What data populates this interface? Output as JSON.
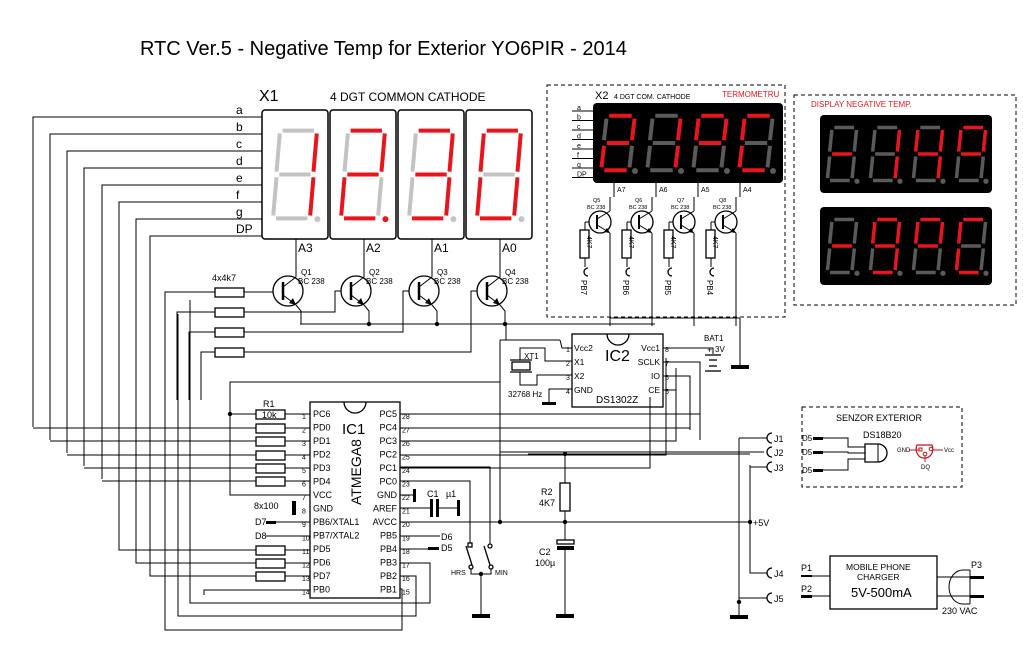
{
  "title": "RTC Ver.5 - Negative Temp for Exterior  YO6PIR - 2014",
  "colors": {
    "segment_on": "#e8161c",
    "segment_off_light": "#c3c3c3",
    "segment_off_dark": "#5a5a5a",
    "display_body": "#000000",
    "display_body_light": "#ffffff",
    "accent_text": "#e8161c"
  },
  "x1": {
    "ref": "X1",
    "label": "4 DGT COMMON CATHODE",
    "pins": [
      "a",
      "b",
      "c",
      "d",
      "e",
      "f",
      "g",
      "DP"
    ],
    "anodes": [
      "A3",
      "A2",
      "A1",
      "A0"
    ],
    "digits": [
      {
        "segments": "bc",
        "dp": false
      },
      {
        "segments": "abged",
        "dp": true
      },
      {
        "segments": "abcgd",
        "dp": false
      },
      {
        "segments": "abcdef",
        "dp": false
      }
    ]
  },
  "transistors_main": {
    "resistor_label": "4x4k7",
    "items": [
      {
        "ref": "Q1",
        "type": "BC 238"
      },
      {
        "ref": "Q2",
        "type": "BC 238"
      },
      {
        "ref": "Q3",
        "type": "BC 238"
      },
      {
        "ref": "Q4",
        "type": "BC 238"
      }
    ]
  },
  "x2": {
    "ref": "X2",
    "label": "4 DGT COM. CATHODE",
    "tag": "TERMOMETRU",
    "pins": [
      "a",
      "b",
      "c",
      "d",
      "e",
      "f",
      "g",
      "DP"
    ],
    "anodes": [
      "A7",
      "A6",
      "A5",
      "A4"
    ],
    "digits": [
      {
        "segments": "abged",
        "dp": false
      },
      {
        "segments": "bc",
        "dp": false
      },
      {
        "segments": "abgf",
        "dp": false
      },
      {
        "segments": "afed",
        "dp": false
      }
    ],
    "transistors": [
      {
        "ref": "Q5",
        "type": "BC 238",
        "resistor": "4K7",
        "port": "PB7"
      },
      {
        "ref": "Q6",
        "type": "BC 238",
        "resistor": "4K7",
        "port": "PB6"
      },
      {
        "ref": "Q7",
        "type": "BC 238",
        "resistor": "4K7",
        "port": "PB5"
      },
      {
        "ref": "Q8",
        "type": "BC 238",
        "resistor": "4K7",
        "port": "PB4"
      }
    ]
  },
  "negative_display": {
    "label": "DISPLAY NEGATIVE TEMP.",
    "rows": [
      [
        {
          "segments": "g"
        },
        {
          "segments": "bc"
        },
        {
          "segments": "fgbc"
        },
        {
          "segments": "abgf"
        }
      ],
      [
        {
          "segments": "g"
        },
        {
          "segments": "abgfcd"
        },
        {
          "segments": "abgf"
        },
        {
          "segments": "afed"
        }
      ]
    ]
  },
  "ic1": {
    "ref": "IC1",
    "part": "ATMEGA8",
    "left_pins": [
      {
        "n": "1",
        "name": "PC6"
      },
      {
        "n": "2",
        "name": "PD0"
      },
      {
        "n": "3",
        "name": "PD1"
      },
      {
        "n": "4",
        "name": "PD2"
      },
      {
        "n": "5",
        "name": "PD3"
      },
      {
        "n": "6",
        "name": "PD4"
      },
      {
        "n": "7",
        "name": "VCC"
      },
      {
        "n": "8",
        "name": "GND"
      },
      {
        "n": "9",
        "name": "PB6/XTAL1"
      },
      {
        "n": "10",
        "name": "PB7/XTAL2"
      },
      {
        "n": "11",
        "name": "PD5"
      },
      {
        "n": "12",
        "name": "PD6"
      },
      {
        "n": "13",
        "name": "PD7"
      },
      {
        "n": "14",
        "name": "PB0"
      }
    ],
    "right_pins": [
      {
        "n": "28",
        "name": "PC5"
      },
      {
        "n": "27",
        "name": "PC4"
      },
      {
        "n": "26",
        "name": "PC3"
      },
      {
        "n": "25",
        "name": "PC2"
      },
      {
        "n": "24",
        "name": "PC1"
      },
      {
        "n": "23",
        "name": "PC0"
      },
      {
        "n": "22",
        "name": "GND"
      },
      {
        "n": "21",
        "name": "AREF"
      },
      {
        "n": "20",
        "name": "AVCC"
      },
      {
        "n": "19",
        "name": "PB5"
      },
      {
        "n": "18",
        "name": "PB4"
      },
      {
        "n": "17",
        "name": "PB3"
      },
      {
        "n": "16",
        "name": "PB2"
      },
      {
        "n": "15",
        "name": "PB1"
      }
    ]
  },
  "r1": {
    "ref": "R1",
    "value": "10k"
  },
  "resistor_array_label": "8x100",
  "net_labels": {
    "d7": "D7",
    "d8": "D8",
    "d6": "D6",
    "d5": "D5"
  },
  "c1": {
    "ref": "C1",
    "value": "µ1"
  },
  "ic2": {
    "ref": "IC2",
    "part": "DS1302Z",
    "left_pins": [
      {
        "n": "1",
        "name": "Vcc2"
      },
      {
        "n": "2",
        "name": "X1"
      },
      {
        "n": "3",
        "name": "X2"
      },
      {
        "n": "4",
        "name": "GND"
      }
    ],
    "right_pins": [
      {
        "n": "8",
        "name": "Vcc1"
      },
      {
        "n": "7",
        "name": "SCLK"
      },
      {
        "n": "6",
        "name": "IO"
      },
      {
        "n": "5",
        "name": "CE"
      }
    ]
  },
  "xt1": {
    "ref": "XT1",
    "value": "32768 Hz"
  },
  "bat1": {
    "ref": "BAT1",
    "value": "3V",
    "plus": "+"
  },
  "switches": {
    "hrs": "HRS",
    "min": "MIN"
  },
  "r2": {
    "ref": "R2",
    "value": "4K7"
  },
  "c2": {
    "ref": "C2",
    "value": "100µ"
  },
  "supply_label": "+5V",
  "connectors": [
    "J1",
    "J2",
    "J3",
    "J4",
    "J5"
  ],
  "sensor": {
    "label": "SENZOR EXTERIOR",
    "part": "DS18B20",
    "wires": [
      "D5",
      "D5",
      "D5"
    ],
    "pinout": {
      "gnd": "GND",
      "vcc": "Vcc",
      "dq": "DQ"
    }
  },
  "charger": {
    "line1": "MOBILE PHONE",
    "line2": "CHARGER",
    "rating": "5V-500mA",
    "p1": "P1",
    "p2": "P2",
    "p3": "P3",
    "mains": "230 VAC"
  }
}
